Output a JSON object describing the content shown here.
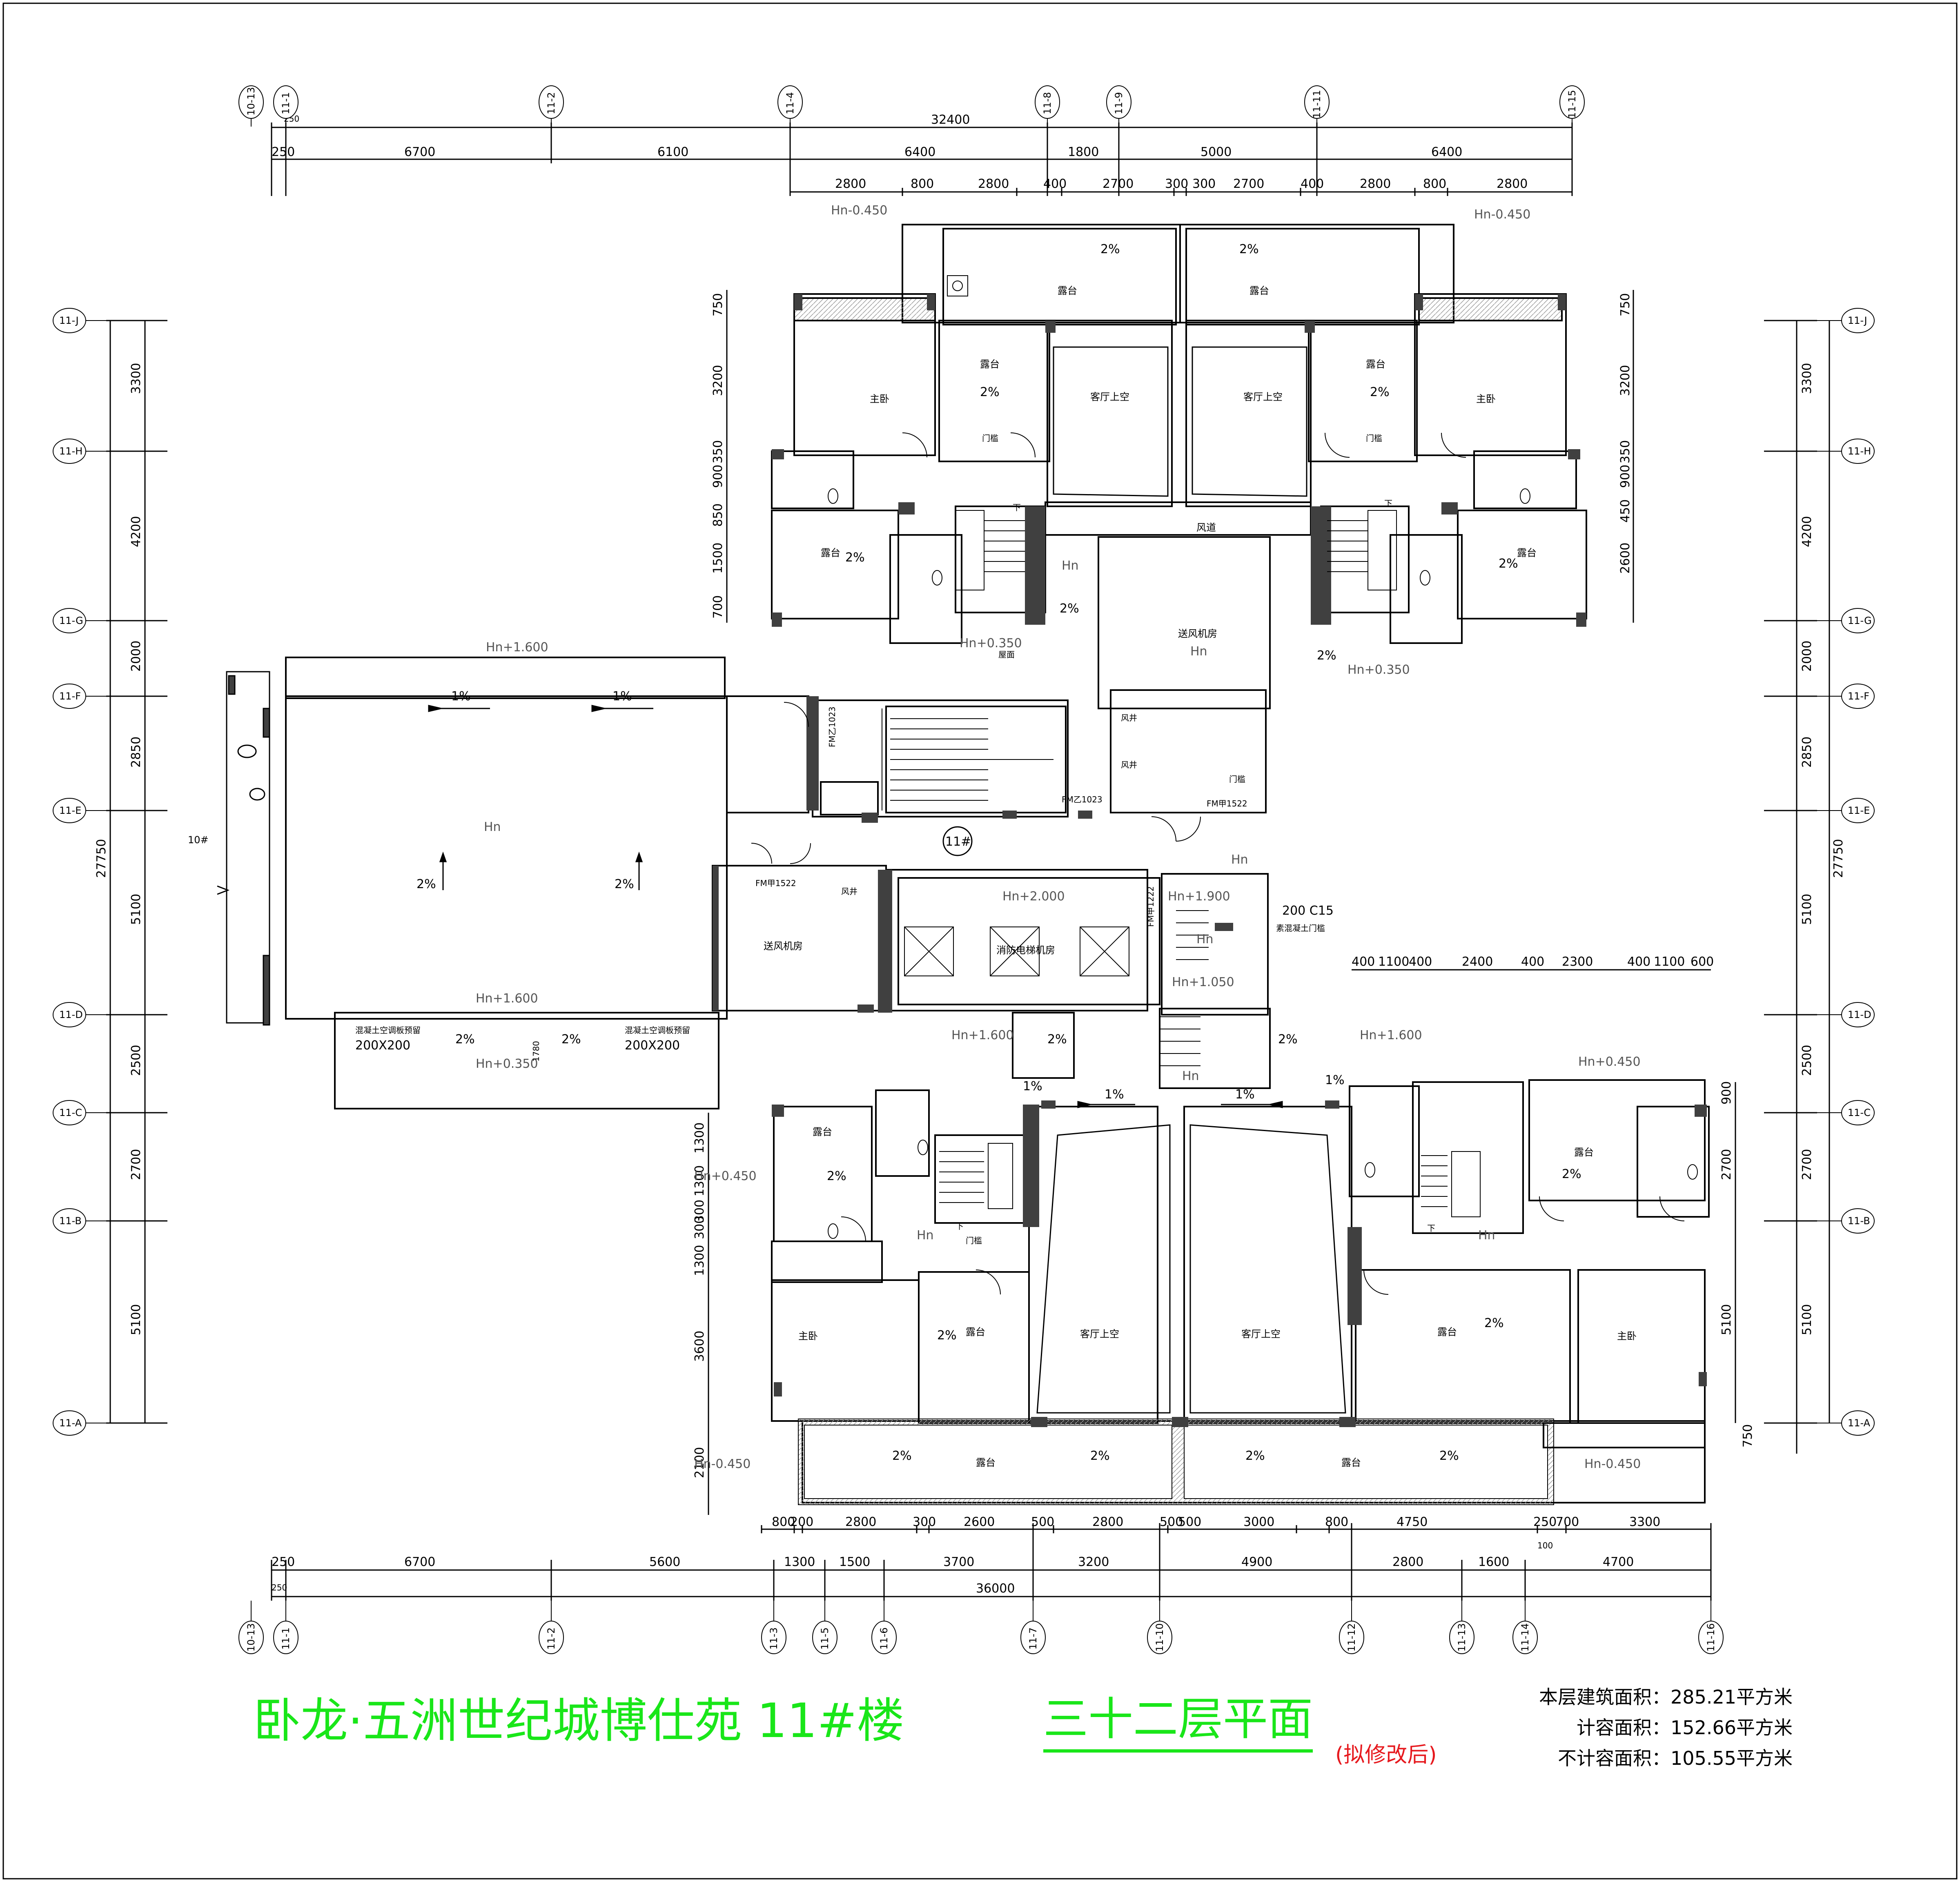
{
  "title": {
    "project": "卧龙·五洲世纪城博仕苑 11#楼",
    "floor": "三十二层平面",
    "note": "(拟修改后)"
  },
  "areas": [
    "本层建筑面积：285.21平方米",
    "计容面积：152.66平方米",
    "不计容面积：105.55平方米"
  ],
  "top_axes": [
    "10-13",
    "11-1",
    "11-2",
    "11-4",
    "11-8",
    "11-9",
    "11-11",
    "11-15"
  ],
  "bottom_axes": [
    "10-13",
    "11-1",
    "11-2",
    "11-3",
    "11-5",
    "11-6",
    "11-7",
    "11-10",
    "11-12",
    "11-13",
    "11-14",
    "11-16"
  ],
  "left_axes": [
    "11-J",
    "11-H",
    "11-G",
    "11-F",
    "11-E",
    "11-D",
    "11-C",
    "11-B",
    "11-A"
  ],
  "right_axes": [
    "11-J",
    "11-H",
    "11-G",
    "11-F",
    "11-E",
    "11-D",
    "11-C",
    "11-B",
    "11-A"
  ],
  "top_dims": {
    "total": "32400",
    "row1": [
      "250",
      "6700",
      "6100",
      "6400",
      "1800",
      "5000",
      "6400"
    ],
    "row2": [
      "2800",
      "800",
      "2800",
      "400",
      "2700",
      "300",
      "300",
      "2700",
      "400",
      "2800",
      "800",
      "2800"
    ],
    "small": "250"
  },
  "bottom_dims": {
    "total": "36000",
    "row1": [
      "800",
      "200",
      "2800",
      "300",
      "2600",
      "500",
      "2800",
      "500",
      "500",
      "3000",
      "800",
      "4750",
      "250",
      "700",
      "3300"
    ],
    "row2": [
      "250",
      "6700",
      "5600",
      "1300",
      "1500",
      "3700",
      "3200",
      "4900",
      "2800",
      "1600",
      "4700"
    ],
    "small": "250",
    "extra": "100"
  },
  "left_dims": {
    "total": "27750",
    "outer": [
      "3300",
      "4200",
      "2000",
      "2850",
      "5100",
      "2500",
      "2700",
      "5100"
    ],
    "inner_top": [
      "750",
      "3200",
      "350",
      "900",
      "850",
      "1500",
      "700"
    ],
    "inner_bottom": [
      "1300",
      "1300",
      "300",
      "300",
      "1300",
      "3600",
      "2100"
    ]
  },
  "right_dims": {
    "total": "27750",
    "outer": [
      "3300",
      "4200",
      "2000",
      "2850",
      "5100",
      "2500",
      "2700",
      "5100",
      "750"
    ],
    "inner_top": [
      "750",
      "3200",
      "350",
      "900",
      "450",
      "2600"
    ],
    "inner_bottom": [
      "900",
      "2700",
      "5100"
    ]
  },
  "mid_dims": [
    "400",
    "1100",
    "400",
    "2400",
    "400",
    "2300",
    "400",
    "1100",
    "600"
  ],
  "rooms": {
    "master_bedroom": "主卧",
    "terrace": "露台",
    "living_void": "客厅上空",
    "air_duct": "风道",
    "supply_fan_room": "送风机房",
    "shaft": "风井",
    "fire_elevator_room": "消防电梯机房",
    "roof": "屋面",
    "building_no": "11#",
    "neighbor_building": "10#",
    "downstairs": "下",
    "door": "门槛"
  },
  "elevations": {
    "e1": "Hn-0.450",
    "e2": "Hn+1.600",
    "e3": "Hn+0.350",
    "e4": "Hn+2.000",
    "e5": "Hn+1.900",
    "e6": "Hn+1.050",
    "e7": "Hn+0.450",
    "e8": "Hn"
  },
  "slopes": {
    "two": "2%",
    "one": "1%"
  },
  "door_codes": {
    "fm1023": "FM乙1023",
    "fm1522": "FM甲1522",
    "fm1222": "FM甲1222",
    "c15": "200 C15"
  },
  "notes": {
    "drain": "200X200",
    "drain_text": "混凝土空调板预留",
    "h1780": "1780",
    "curb": "素混凝土门槛"
  }
}
